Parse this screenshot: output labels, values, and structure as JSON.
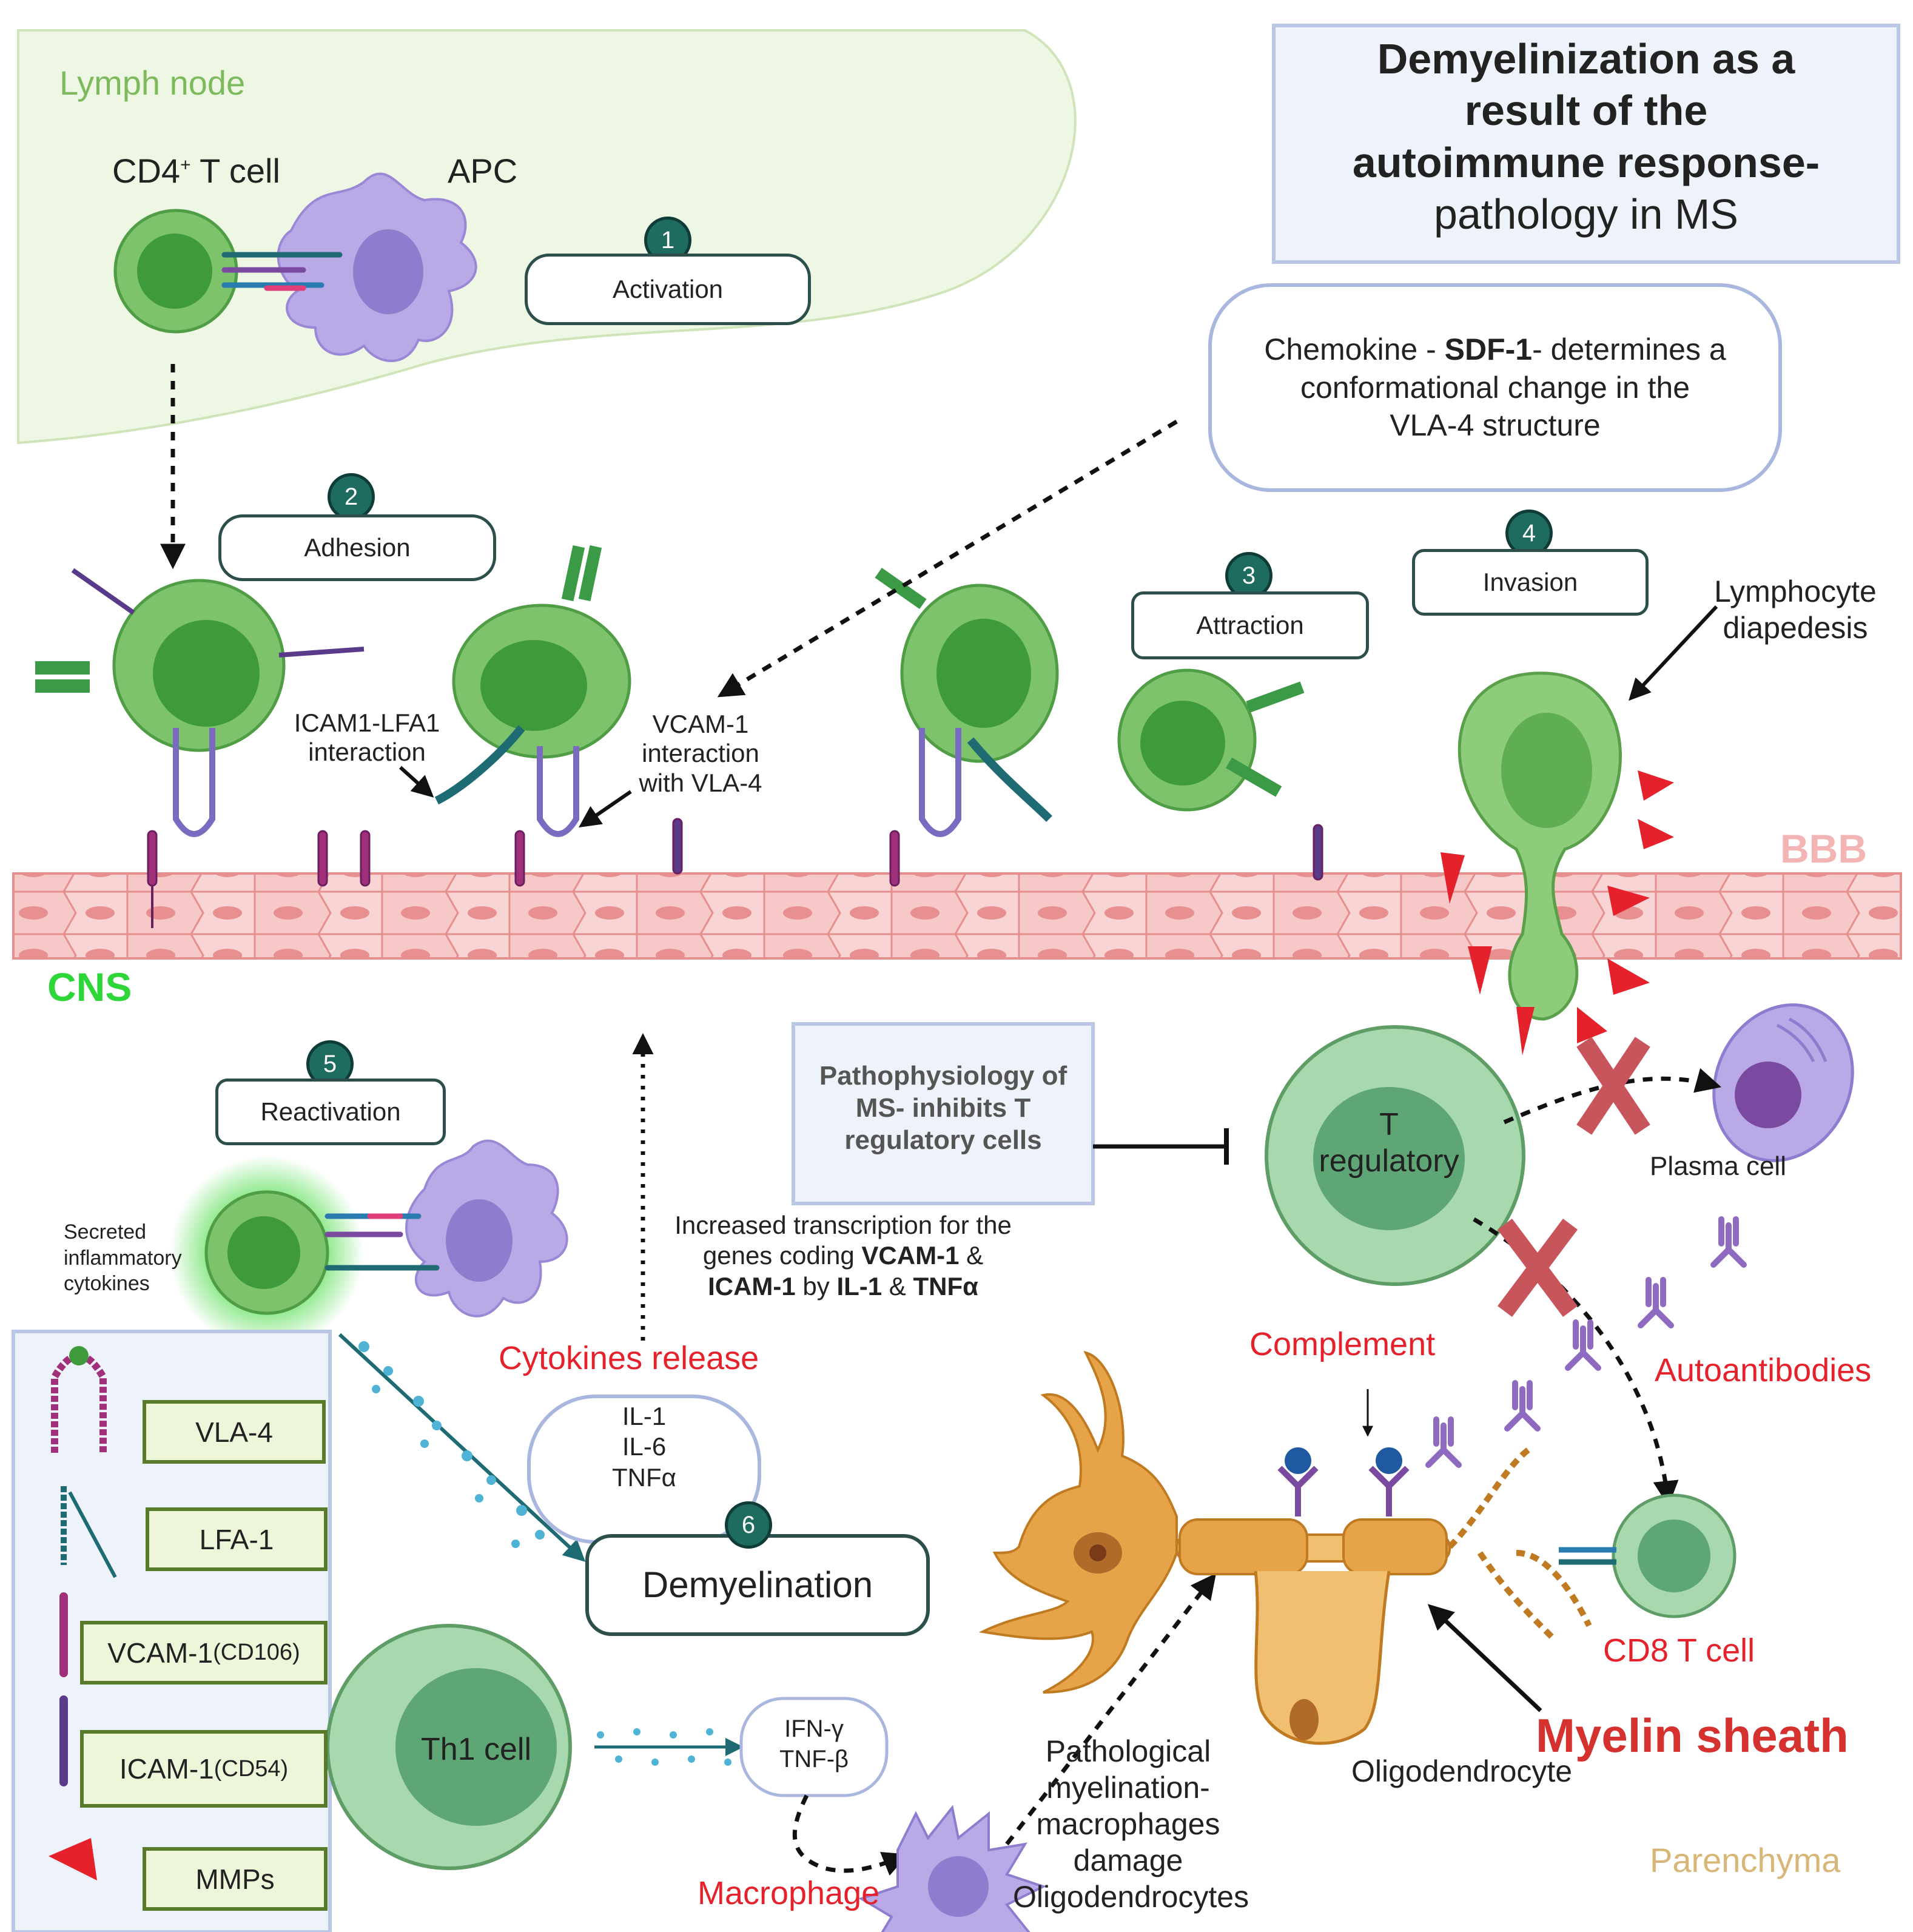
{
  "title": {
    "line1": "Demyelinization as a",
    "line2": "result of the",
    "line3": "autoimmune response-",
    "line4": "pathology in MS"
  },
  "regions": {
    "lymph_node": "Lymph node",
    "cns": "CNS",
    "bbb": "BBB",
    "parenchyma": "Parenchyma"
  },
  "cells": {
    "cd4": "CD4",
    "cd4_sup": "+",
    "cd4_rest": " T cell",
    "apc": "APC",
    "t_reg_1": "T",
    "t_reg_2": "regulatory",
    "plasma": "Plasma cell",
    "th1": "Th1 cell",
    "cd8": "CD8 T cell",
    "macrophage": "Macrophage",
    "oligodendrocyte": "Oligodendrocyte"
  },
  "steps": [
    {
      "num": "1",
      "label": "Activation"
    },
    {
      "num": "2",
      "label": "Adhesion"
    },
    {
      "num": "3",
      "label": "Attraction"
    },
    {
      "num": "4",
      "label": "Invasion"
    },
    {
      "num": "5",
      "label": "Reactivation"
    },
    {
      "num": "6",
      "label": "Demyelination"
    }
  ],
  "chemokine": {
    "pre": "Chemokine - ",
    "bold": "SDF-1",
    "post": "- determines a",
    "line2": "conformational change in the",
    "line3": "VLA-4 structure"
  },
  "annotations": {
    "icam_lfa_1": "ICAM1-LFA1",
    "icam_lfa_2": "interaction",
    "vcam_1": "VCAM-1",
    "vcam_2": "interaction",
    "vcam_3": "with VLA-4",
    "diapedesis_1": "Lymphocyte",
    "diapedesis_2": "diapedesis",
    "patho_1": "Pathophysiology of",
    "patho_2": "MS- inhibits T",
    "patho_3": "regulatory cells",
    "secreted_1": "Secreted",
    "secreted_2": "inflammatory",
    "secreted_3": "cytokines",
    "transcription_1": "Increased transcription for the",
    "transcription_2a": "genes coding ",
    "transcription_2b": "VCAM-1",
    "transcription_2c": " &",
    "transcription_3a": "ICAM-1",
    "transcription_3b": " by ",
    "transcription_3c": "IL-1",
    "transcription_3d": " & ",
    "transcription_3e": "TNFα",
    "cytokines_release": "Cytokines release",
    "complement": "Complement",
    "autoantibodies": "Autoantibodies",
    "myelin_sheath": "Myelin sheath",
    "patho_myelin_1": "Pathological",
    "patho_myelin_2": "myelination-",
    "patho_myelin_3": "macrophages",
    "patho_myelin_4": "damage",
    "patho_myelin_5": "Oligodendrocytes"
  },
  "cytokines_box": [
    "IL-1",
    "IL-6",
    "TNFα"
  ],
  "ifn_box": [
    "IFN-γ",
    "TNF-β"
  ],
  "legend": [
    {
      "label": "VLA-4",
      "sub": ""
    },
    {
      "label": "LFA-1",
      "sub": ""
    },
    {
      "label": "VCAM-1",
      "sub": "(CD106)"
    },
    {
      "label": "ICAM-1 ",
      "sub": "(CD54)"
    },
    {
      "label": "MMPs",
      "sub": ""
    }
  ],
  "colors": {
    "cell_green": "#7cc36b",
    "cell_dark": "#3e9a3b",
    "treg": "#a8d8ae",
    "apc": "#b9a9e6",
    "red_label": "#e5222b",
    "teal": "#1e6b60",
    "bbb_pink": "#f3b4b4",
    "oligodendrocyte": "#e6a347"
  }
}
